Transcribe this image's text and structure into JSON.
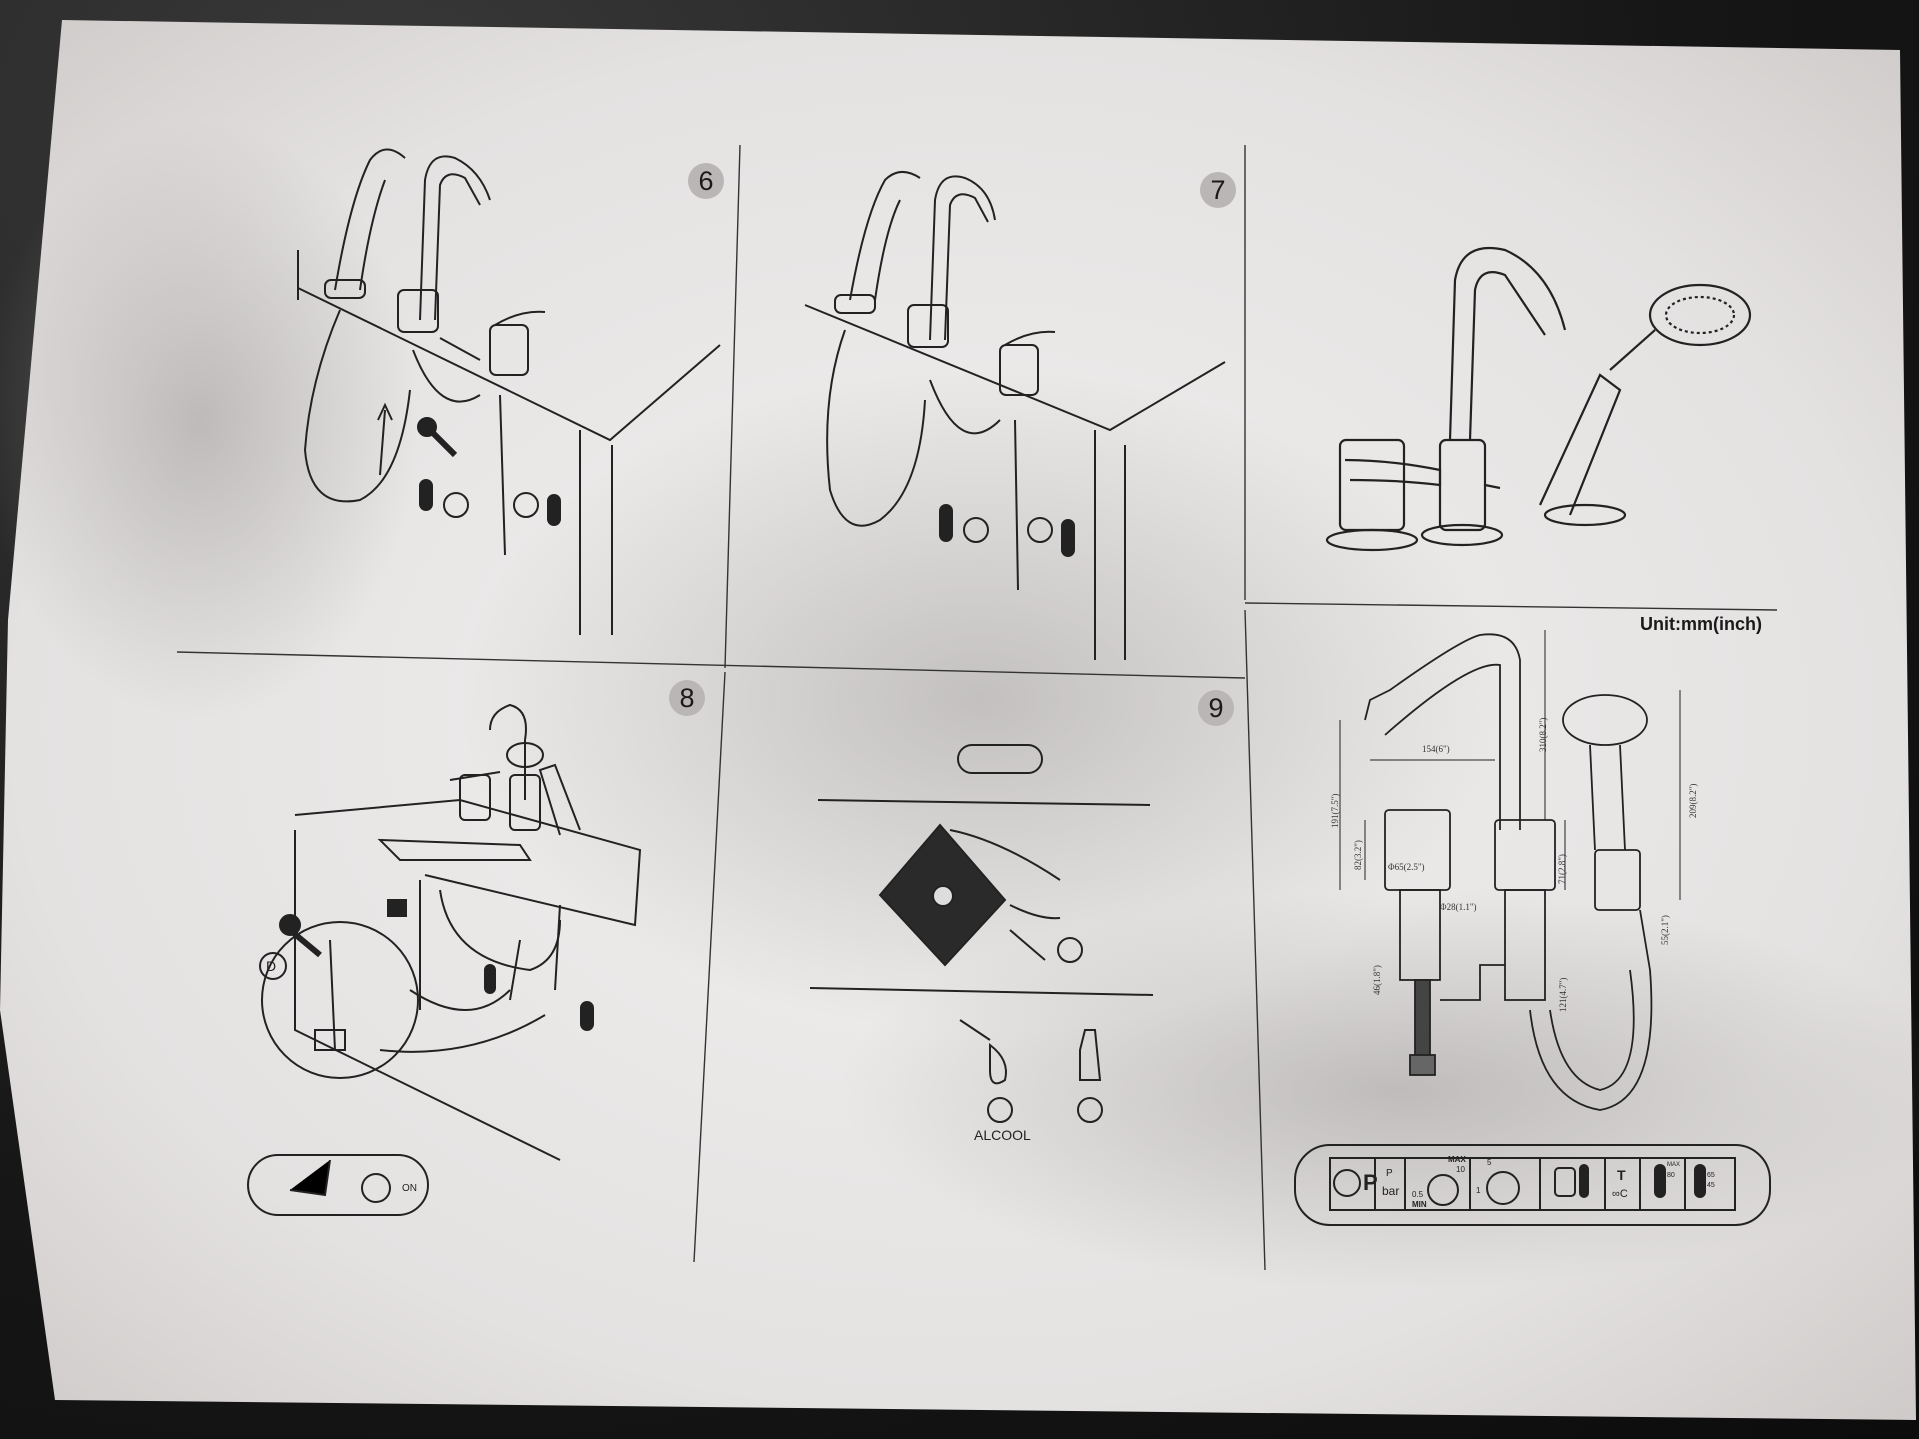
{
  "steps": {
    "step6": "6",
    "step7": "7",
    "step8": "8",
    "step9": "9"
  },
  "unit_label": "Unit:mm(inch)",
  "step8": {
    "mark": "D",
    "on_label": "ON"
  },
  "step9": {
    "alcohol_label": "ALCOOL"
  },
  "dimensions": {
    "spout_reach": "154(6\")",
    "spout_height": "310(8.2\")",
    "left_height": "191(7.5\")",
    "base_height": "82(3.2\")",
    "diam_a": "Φ65(2.5\")",
    "diam_b": "Φ28(1.1\")",
    "mid_height": "71(2.8\")",
    "lower": "46(1.8\")",
    "shank": "121(4.7\")",
    "hand_height": "209(8.2\")",
    "hand_base": "55(2.1\")"
  },
  "spec_bar": {
    "p": "P",
    "bar_top": "P",
    "bar_bottom": "bar",
    "max_label": "MAX",
    "max_val": "10",
    "min_val": "0.5",
    "min_label": "MIN",
    "opt_val": "5",
    "opt_min": "1",
    "t": "T",
    "t_unit": "∞C",
    "tmax_label": "MAX",
    "tmax_val": "80",
    "t_rec_hi": "65",
    "t_rec_lo": "45"
  },
  "colors": {
    "paper": "#e9e7e6",
    "ink": "#1f1f1f",
    "badge": "#b9b6b5"
  }
}
